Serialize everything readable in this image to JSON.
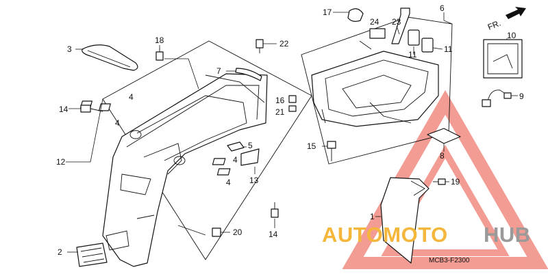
{
  "callouts": {
    "c1": "1",
    "c2": "2",
    "c3": "3",
    "c4a": "4",
    "c4b": "4",
    "c4c": "4",
    "c4d": "4",
    "c5": "5",
    "c6": "6",
    "c7": "7",
    "c8": "8",
    "c9": "9",
    "c10": "10",
    "c11a": "11",
    "c11b": "11",
    "c12": "12",
    "c13": "13",
    "c14a": "14",
    "c14b": "14",
    "c15": "15",
    "c16": "16",
    "c17": "17",
    "c18": "18",
    "c19": "19",
    "c20": "20",
    "c21": "21",
    "c22": "22",
    "c23": "23",
    "c24": "24"
  },
  "direction_label": "FR.",
  "diagram_code": "MCB3-F2300",
  "watermark": {
    "part1": "AUTOMOTO",
    "part2": "HUB",
    "color_primary": "#f4b73b",
    "color_secondary": "#9a9a9a",
    "logo_color": "#e84c3d"
  }
}
